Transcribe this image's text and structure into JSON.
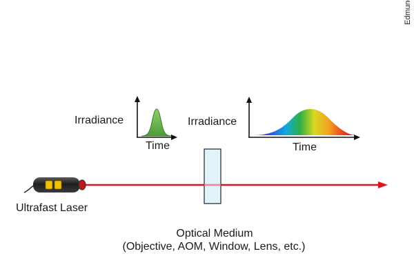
{
  "credit": "Edmund Optics",
  "small_plot": {
    "ylabel": "Irradiance",
    "xlabel": "Time"
  },
  "large_plot": {
    "ylabel": "Irradiance",
    "xlabel": "Time"
  },
  "laser_label": "Ultrafast Laser",
  "medium": {
    "title": "Optical Medium",
    "examples": "(Objective, AOM, Window, Lens, etc.)"
  },
  "colors": {
    "beam": "#e0141e",
    "short_pulse": "#6ab04c",
    "medium_fill": "#dcf0fa",
    "laser_body": "#2a2a2a",
    "laser_window": "#f2c200"
  }
}
